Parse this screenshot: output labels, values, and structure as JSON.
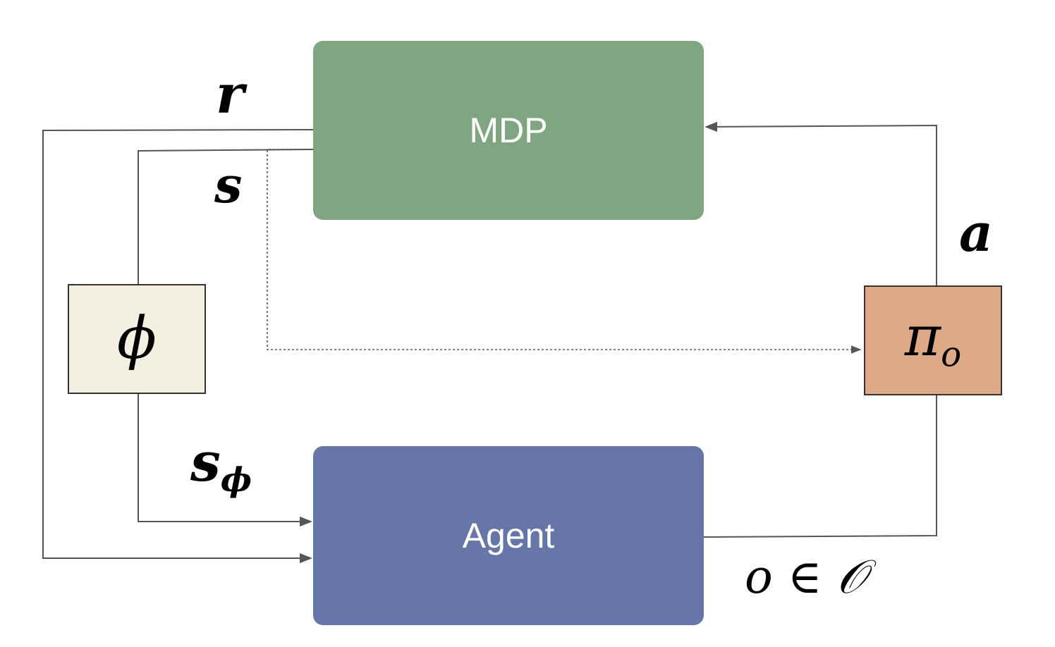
{
  "blocks": {
    "mdp": {
      "label": "MDP",
      "color": "#80a681"
    },
    "agent": {
      "label": "Agent",
      "color": "#6776a8"
    },
    "phi": {
      "label": "ϕ",
      "color": "#f3f0e2"
    },
    "pi": {
      "label": "π",
      "sub": "o",
      "color": "#dda987"
    }
  },
  "edge_labels": {
    "reward": "r",
    "state": "s",
    "abstract_state": {
      "base": "s",
      "sub": "ϕ"
    },
    "action": "a",
    "option": "o ∈ 𝒪"
  },
  "colors": {
    "wire": "#555555",
    "border": "#333333"
  }
}
